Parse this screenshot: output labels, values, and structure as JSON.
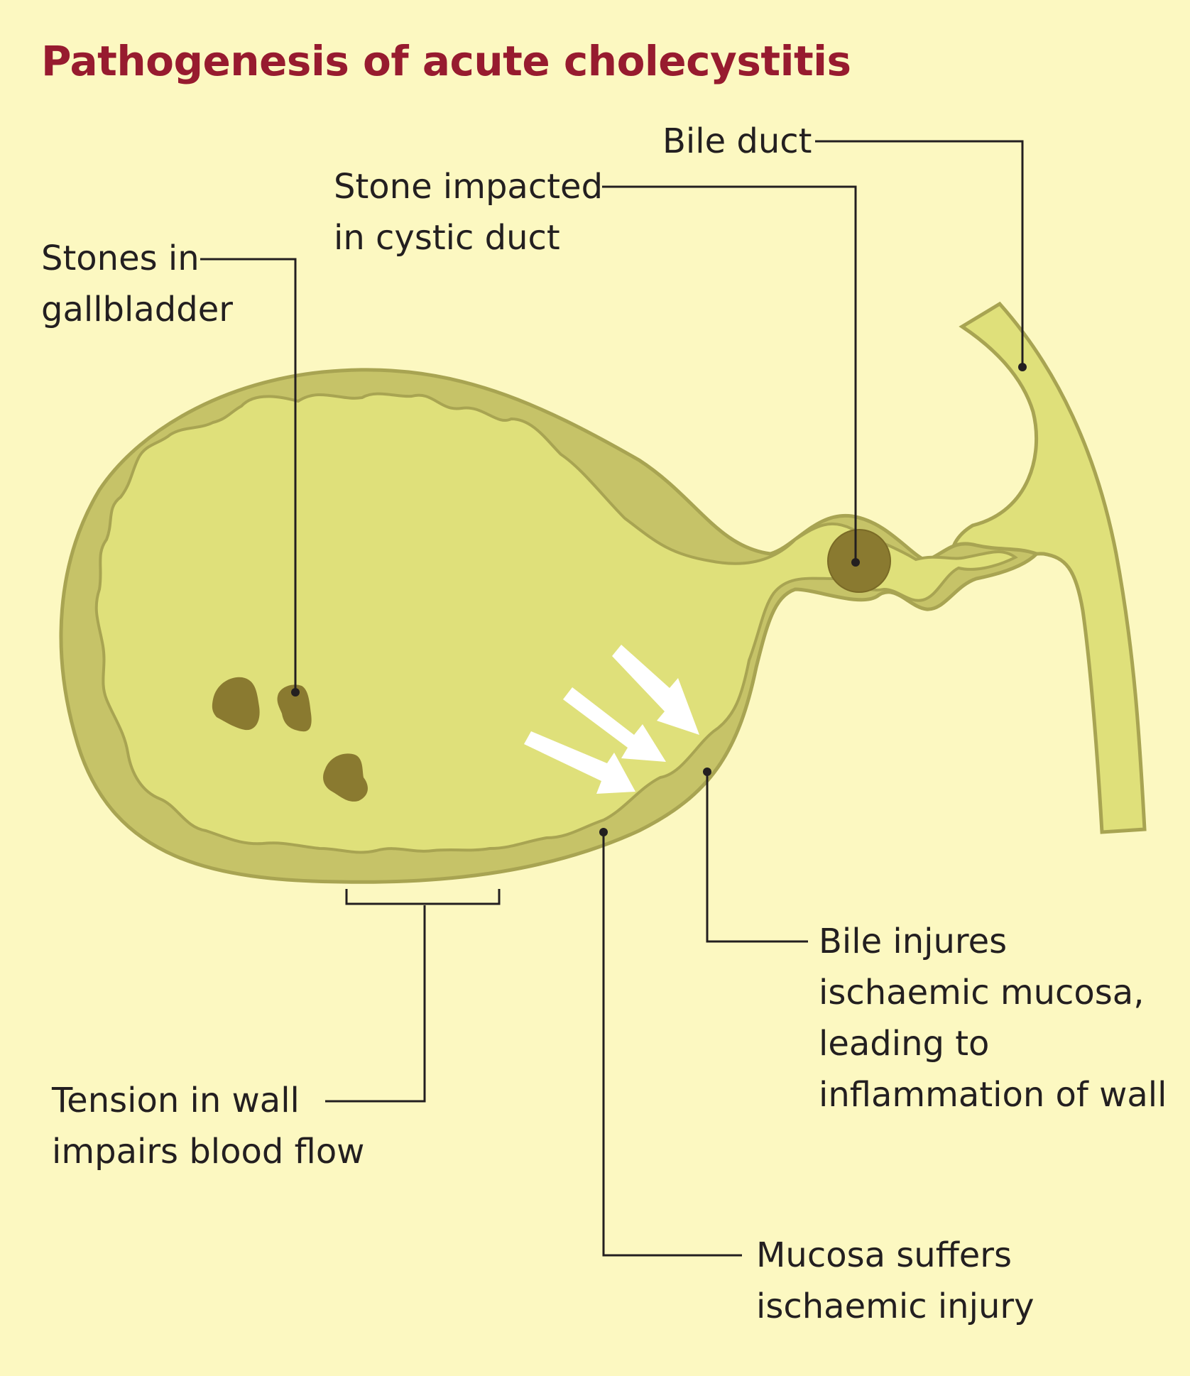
{
  "title": "Pathogenesis of acute cholecystitis",
  "labels": {
    "bile_duct": [
      "Bile duct"
    ],
    "stone_impacted": [
      "Stone impacted",
      "in cystic duct"
    ],
    "stones_in_gallbladder": [
      "Stones in",
      "gallbladder"
    ],
    "tension_in_wall": [
      "Tension in wall",
      "impairs blood flow"
    ],
    "bile_injures": [
      "Bile injures",
      "ischaemic mucosa,",
      "leading to",
      "inflammation of wall"
    ],
    "mucosa_suffers": [
      "Mucosa suffers",
      "ischaemic injury"
    ]
  },
  "colors": {
    "background": "#fcf8c1",
    "title": "#971b2f",
    "outer_wall": "#c6c368",
    "wall_outline": "#a8a452",
    "lumen": "#dfe07a",
    "stone": "#8a7a30",
    "stone_dark": "#6e5f22",
    "arrow": "#ffffff",
    "leader": "#231f20"
  }
}
